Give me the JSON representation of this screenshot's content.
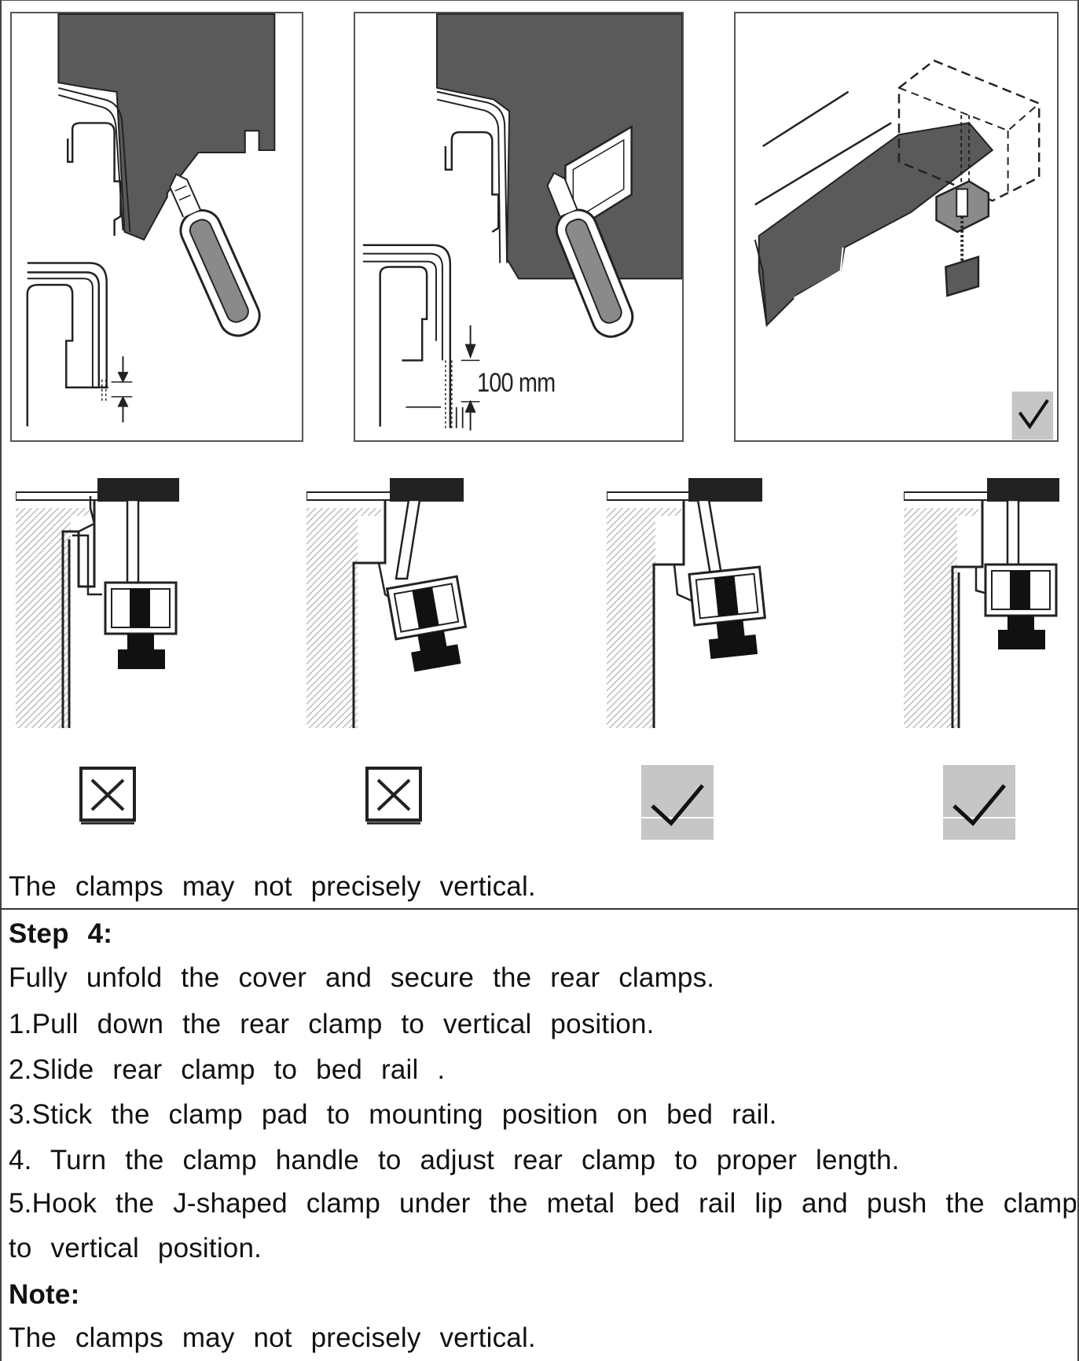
{
  "figures": {
    "dimension_label": "100 mm",
    "top_panels": [
      {
        "name": "cut-panel-1",
        "status": "none"
      },
      {
        "name": "cut-panel-2",
        "status": "none"
      },
      {
        "name": "clamp-mount-panel",
        "status": "correct"
      }
    ],
    "clamp_examples": [
      {
        "name": "clamp-example-1",
        "status": "incorrect"
      },
      {
        "name": "clamp-example-2",
        "status": "incorrect"
      },
      {
        "name": "clamp-example-3",
        "status": "correct"
      },
      {
        "name": "clamp-example-4",
        "status": "correct"
      }
    ],
    "colors": {
      "dark_fill": "#5a5a5a",
      "check_bg": "#c6c6c6",
      "hatch": "#bdbdbd"
    }
  },
  "caption_top": "The clamps may not precisely vertical.",
  "step": {
    "title": "Step 4:",
    "intro": "Fully unfold the cover and secure the rear clamps.",
    "items": [
      "1.Pull down the rear clamp to vertical position.",
      "2.Slide rear clamp to bed rail .",
      "3.Stick the clamp pad to mounting position on bed rail.",
      "4. Turn the clamp handle to adjust rear clamp to proper length.",
      "5.Hook the J-shaped clamp under the metal bed rail lip and push the clamp",
      "to vertical position."
    ],
    "note_title": "Note:",
    "note_text": "The clamps may not precisely vertical."
  }
}
